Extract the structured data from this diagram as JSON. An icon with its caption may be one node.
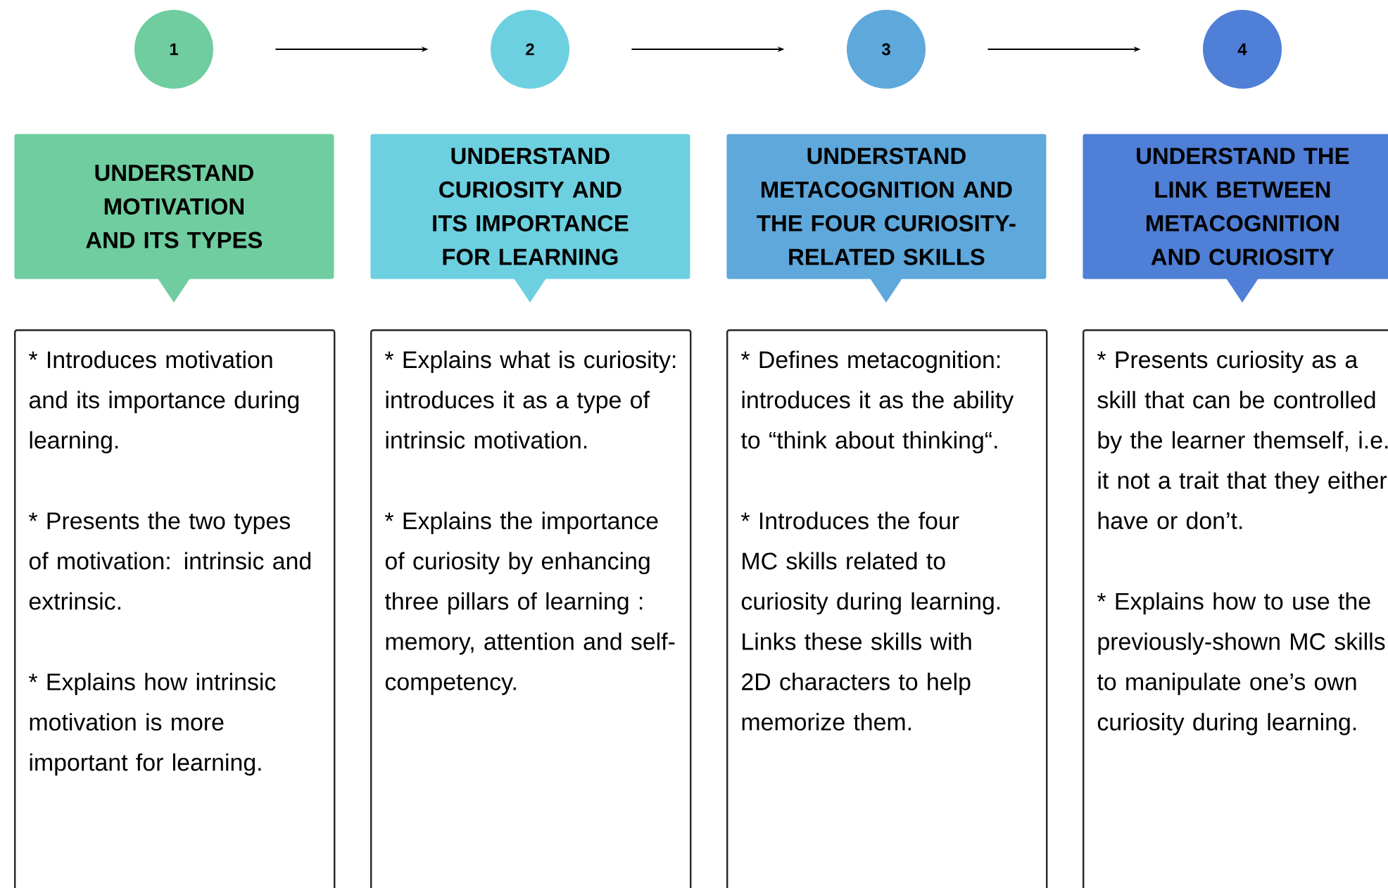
{
  "diagram": {
    "nodes": [
      {
        "text": [
          "1"
        ]
      },
      {
        "text": [
          "2"
        ]
      },
      {
        "text": [
          "3"
        ]
      },
      {
        "text": [
          "4"
        ]
      },
      {
        "text": [
          "UNDERSTAND MOTIVATION AND ITS TYPES"
        ]
      },
      {
        "text": [
          "UNDERSTAND CURIOSITY AND ITS IMPORTANCE FOR LEARNING"
        ]
      },
      {
        "text": [
          "UNDERSTAND METACOGNITION AND THE FOUR CURIOSITY-RELATED SKILLS"
        ]
      },
      {
        "text": [
          "UNDERSTAND THE LINK BETWEEN METACOGNITION AND CURIOSITY"
        ]
      },
      {
        "text": [
          "* Introduces motivation and its importance during learning.",
          "* Presents the two types of motivation: intrinsic and extrinsic.",
          "* Explains how intrinsic motivation is more important for learning."
        ]
      },
      {
        "text": [
          "* Explains what is curiosity: introduces it as a type of intrinsic motivation.",
          "* Explains the importance of curiosity by enhancing three pillars of learning : memory, attention and self-competency."
        ]
      },
      {
        "text": [
          "* Defines metacognition: introduces it as the ability to “think about thinking“.",
          "* Introduces the four MC skills related to curiosity during learning. Links these skills with 2D characters to help memorize them."
        ]
      },
      {
        "text": [
          "* Presents curiosity as a skill that can be controlled by the learner themself, i.e. it not a trait that they either have or don’t.",
          "* Explains how to use the previously-shown MC skills to manipulate one’s own curiosity during learning."
        ]
      }
    ],
    "edges": [
      {
        "from": 0,
        "to": 1,
        "arrow": "to"
      },
      {
        "from": 1,
        "to": 2,
        "arrow": "to"
      },
      {
        "from": 2,
        "to": 3,
        "arrow": "to"
      }
    ]
  }
}
